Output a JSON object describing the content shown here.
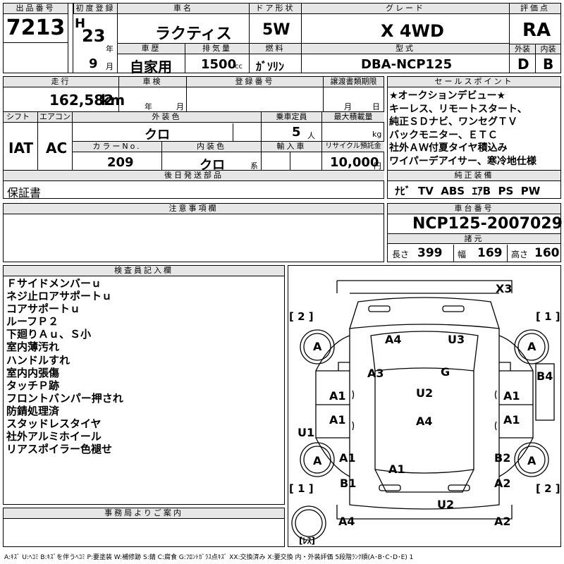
{
  "header": {
    "lot_label": "出品番号",
    "lot_no": "7213",
    "first_reg_label": "初度登録",
    "era_letter": "H",
    "year": "23",
    "year_unit": "年",
    "month": "9",
    "month_unit": "月",
    "car_name_label": "車名",
    "car_name": "ラクティス",
    "door_label": "ドア形状",
    "door": "5W",
    "grade_label": "グレード",
    "grade": "X 4WD",
    "score_label": "評価点",
    "score": "RA",
    "history_label": "車歴",
    "history": "自家用",
    "displacement_label": "排気量",
    "displacement": "1500",
    "displacement_unit": "cc",
    "fuel_label": "燃料",
    "fuel": "ｶﾞｿﾘﾝ",
    "model_label": "型式",
    "model": "DBA-NCP125",
    "exterior_label": "外装",
    "exterior": "D",
    "interior_label": "内装",
    "interior": "B"
  },
  "row2": {
    "mileage_label": "走行",
    "mileage": "162,582",
    "mileage_unit": "km",
    "inspection_label": "車検",
    "inspection_year_unit": "年",
    "inspection_month_unit": "月",
    "reg_no_label": "登録番号",
    "transfer_label": "譲渡書類期限",
    "transfer_month_unit": "月",
    "transfer_day_unit": "日",
    "shift_label": "シフト",
    "shift": "IAT",
    "ac_label": "エアコン",
    "ac": "AC",
    "color_label": "外装色",
    "color": "クロ",
    "capacity_label": "乗車定員",
    "capacity": "5",
    "capacity_unit": "人",
    "max_load_label": "最大積載量",
    "max_load_unit": "kg",
    "color_no_label": "カラーNo.",
    "color_no": "209",
    "int_color_label": "内装色",
    "int_color": "クロ",
    "int_color_unit": "系",
    "import_label": "輸入車",
    "recycle_label": "リサイクル預託金",
    "recycle": "10,000",
    "recycle_unit": "円",
    "parts_label": "後日発送部品",
    "parts": "保証書"
  },
  "sales": {
    "label": "セールスポイント",
    "lines": [
      "★オークションデビュー★",
      "キーレス、リモートスタート、",
      "純正ＳＤナビ、ワンセグＴＶ",
      "バックモニター、ＥＴＣ",
      "社外ＡＷ付夏タイヤ積込み",
      "ワイパーデアイサー、寒冷地仕様"
    ]
  },
  "equipment": {
    "label": "純正装備",
    "items": [
      "ﾅﾋﾞ",
      "TV",
      "ABS",
      "ｴｱB",
      "PS",
      "PW"
    ]
  },
  "notes": {
    "label": "注意事項欄"
  },
  "chassis": {
    "label": "車台番号",
    "value": "NCP125-2007029",
    "dims_label": "諸元",
    "length_label": "長さ",
    "length": "399",
    "width_label": "幅",
    "width": "169",
    "height_label": "高さ",
    "height": "160"
  },
  "inspector": {
    "label": "検査員記入欄",
    "lines": [
      "Ｆサイドメンバーｕ",
      "ネジ止ロアサポートｕ",
      "コアサポートｕ",
      "ルーフＰ２",
      "下廻りＡｕ、Ｓ小",
      "室内薄汚れ",
      "ハンドルすれ",
      "室内内張傷",
      "タッチＰ跡",
      "フロントバンパー押され",
      "防錆処理済",
      "スタッドレスタイヤ",
      "社外アルミホイール",
      "リアスポイラー色褪せ"
    ]
  },
  "office": {
    "label": "事務局よりご案内"
  },
  "diagram": {
    "x3": "X3",
    "b4": "B4",
    "u1": "U1",
    "tyre_fl": "A",
    "tyre_fr": "A",
    "tyre_rl": "A",
    "tyre_rr": "A",
    "spare": "",
    "spare_label": "[ﾚｽ]",
    "num_tl": "[ 2 ]",
    "num_tr": "[ 1 ]",
    "num_bl": "[ 1 ]",
    "num_br": "[ 2 ]",
    "hood_l": "A4",
    "hood_r": "U3",
    "a3": "A3",
    "g": "G",
    "u2_roof": "U2",
    "a4_roof": "A4",
    "front_door_l": "A1",
    "rear_door_l": "A1",
    "front_door_r": "A1",
    "rear_door_r": "A1",
    "rear_fender_l": "A1",
    "rear_fender_r": "B2",
    "trunk": "A1",
    "b1": "B1",
    "a2_r": "A2",
    "u2_bumper": "U2",
    "a4_bumper": "A4",
    "a2_bumper": "A2"
  },
  "legend": "A:ｷｽﾞ U:ﾍｺﾐ B:ｷｽﾞを伴うﾍｺﾐ P:要塗装 W:補修跡 S:錆 C:腐食 G:ﾌﾛﾝﾄｶﾞﾗｽ点ｷｽﾞ XX:交換済み X:要交換 内・外装評価 5段階ﾗﾝｸ順(A･B･C･D･E) 1"
}
